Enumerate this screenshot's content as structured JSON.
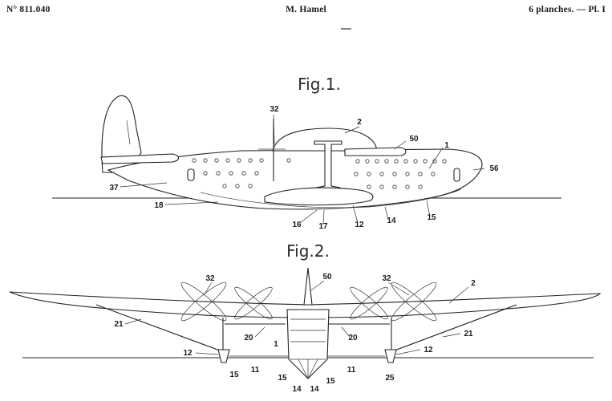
{
  "header": {
    "patent_number": "N° 811.040",
    "inventor": "M. Hamel",
    "sheets": "6 planches. — Pl. I"
  },
  "fig1": {
    "title": "Fig.1.",
    "labels": {
      "l32": "32",
      "l2": "2",
      "l50": "50",
      "l1": "1",
      "l56": "56",
      "l37": "37",
      "l18": "18",
      "l16": "16",
      "l17": "17",
      "l12": "12",
      "l14": "14",
      "l15": "15"
    }
  },
  "fig2": {
    "title": "Fig.2.",
    "labels": {
      "l32a": "32",
      "l50": "50",
      "l32b": "32",
      "l2": "2",
      "l21a": "21",
      "l20a": "20",
      "l20b": "20",
      "l21b": "21",
      "l12a": "12",
      "l12b": "12",
      "l1": "1",
      "l15a": "15",
      "l11a": "11",
      "l15b": "15",
      "l14a": "14",
      "l14b": "14",
      "l15c": "15",
      "l11b": "11",
      "l25": "25"
    }
  }
}
